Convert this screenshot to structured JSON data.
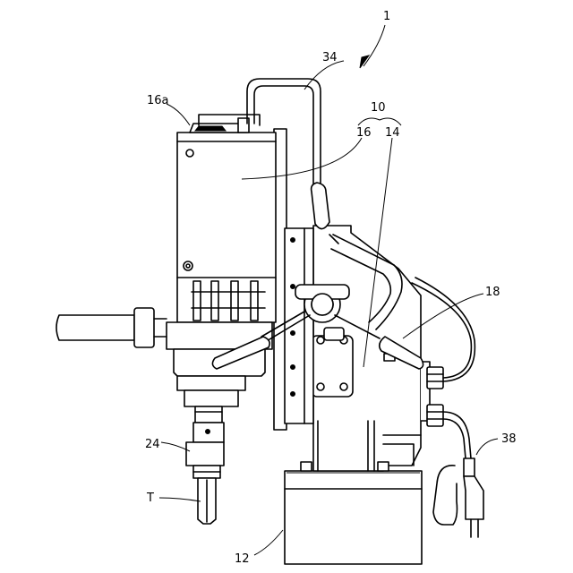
{
  "labels": {
    "assembly": "1",
    "base_and_body": "10",
    "motor_unit": "16",
    "motor_top": "16a",
    "stand_body": "14",
    "carry_handle": "34",
    "feed_handle": "18",
    "cord": "38",
    "arbor": "24",
    "tool": "T",
    "magnetic_base": "12"
  },
  "colors": {
    "line": "#000000",
    "background": "#ffffff"
  }
}
